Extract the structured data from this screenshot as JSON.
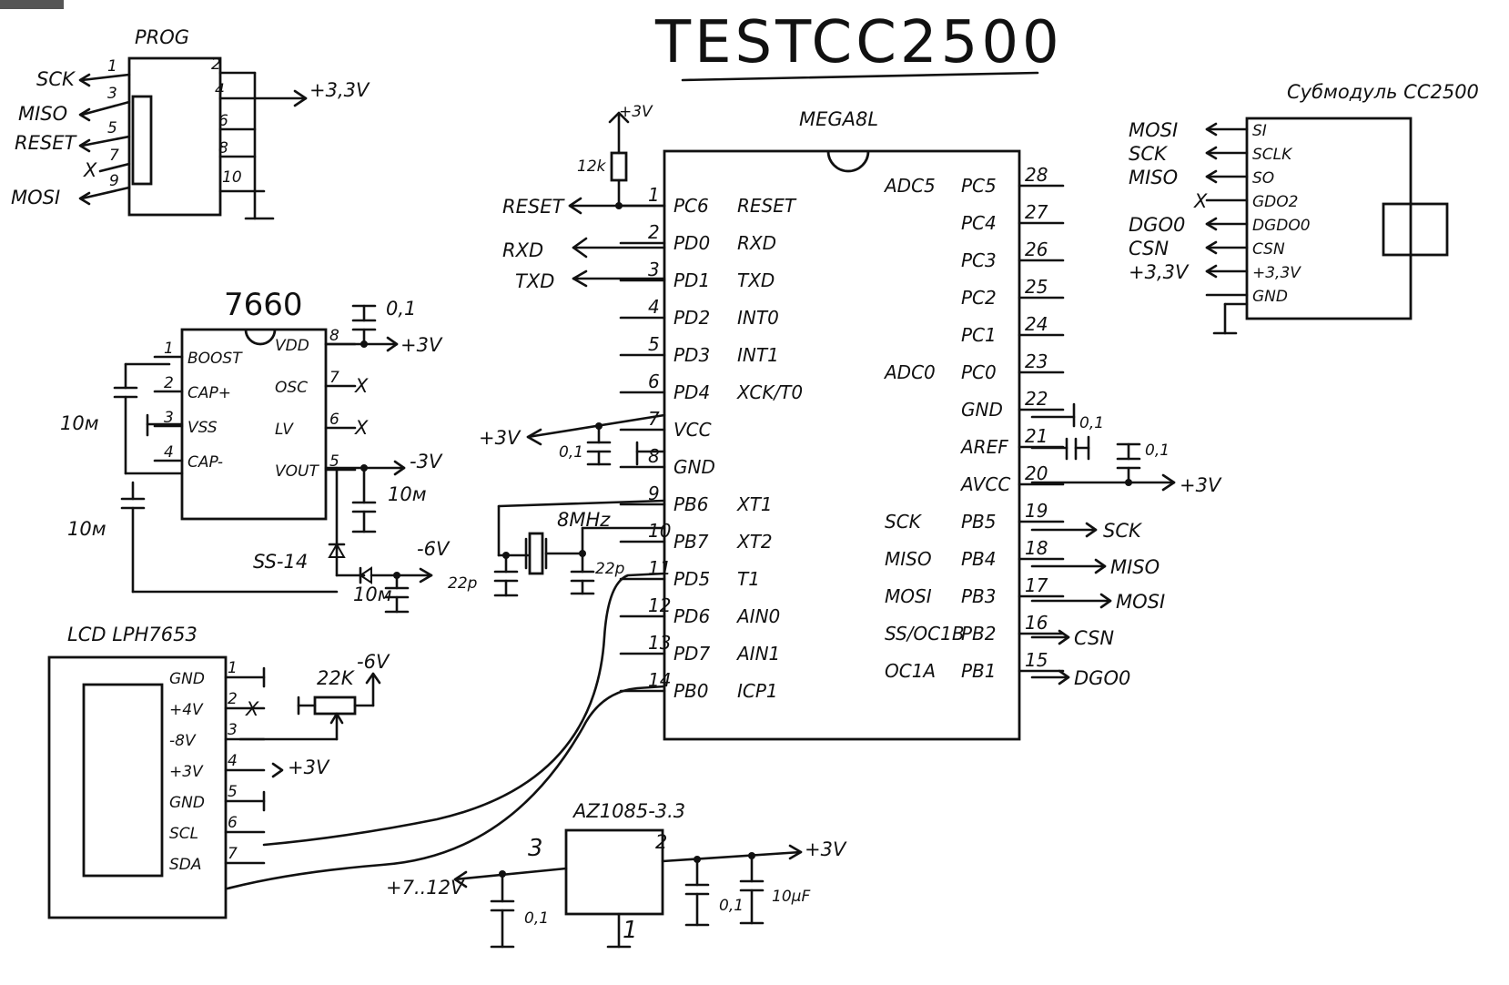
{
  "title": "TESTCC2500",
  "prog": {
    "name": "PROG",
    "pins": [
      "1",
      "3",
      "5",
      "7",
      "9",
      "2",
      "4",
      "6",
      "8",
      "10"
    ],
    "signals": [
      "SCK",
      "MISO",
      "RESET",
      "X",
      "MOSI"
    ],
    "supply": "+3,3V"
  },
  "mcu": {
    "name": "MEGA8L",
    "left_pins": [
      {
        "num": "1",
        "name": "PC6",
        "func": "RESET"
      },
      {
        "num": "2",
        "name": "PD0",
        "func": "RXD"
      },
      {
        "num": "3",
        "name": "PD1",
        "func": "TXD"
      },
      {
        "num": "4",
        "name": "PD2",
        "func": "INT0"
      },
      {
        "num": "5",
        "name": "PD3",
        "func": "INT1"
      },
      {
        "num": "6",
        "name": "PD4",
        "func": "XCK/T0"
      },
      {
        "num": "7",
        "name": "VCC",
        "func": ""
      },
      {
        "num": "8",
        "name": "GND",
        "func": ""
      },
      {
        "num": "9",
        "name": "PB6",
        "func": "XT1"
      },
      {
        "num": "10",
        "name": "PB7",
        "func": "XT2"
      },
      {
        "num": "11",
        "name": "PD5",
        "func": "T1"
      },
      {
        "num": "12",
        "name": "PD6",
        "func": "AIN0"
      },
      {
        "num": "13",
        "name": "PD7",
        "func": "AIN1"
      },
      {
        "num": "14",
        "name": "PB0",
        "func": "ICP1"
      }
    ],
    "right_pins": [
      {
        "num": "28",
        "name": "PC5",
        "func": "ADC5"
      },
      {
        "num": "27",
        "name": "PC4",
        "func": ""
      },
      {
        "num": "26",
        "name": "PC3",
        "func": ""
      },
      {
        "num": "25",
        "name": "PC2",
        "func": ""
      },
      {
        "num": "24",
        "name": "PC1",
        "func": ""
      },
      {
        "num": "23",
        "name": "PC0",
        "func": "ADC0"
      },
      {
        "num": "22",
        "name": "GND",
        "func": ""
      },
      {
        "num": "21",
        "name": "AREF",
        "func": ""
      },
      {
        "num": "20",
        "name": "AVCC",
        "func": ""
      },
      {
        "num": "19",
        "name": "PB5",
        "func": "SCK"
      },
      {
        "num": "18",
        "name": "PB4",
        "func": "MISO"
      },
      {
        "num": "17",
        "name": "PB3",
        "func": "MOSI"
      },
      {
        "num": "16",
        "name": "PB2",
        "func": "SS/OC1B"
      },
      {
        "num": "15",
        "name": "PB1",
        "func": "OC1A"
      }
    ],
    "pullup": "12k",
    "pullup_supply": "+3V",
    "reset_net": "RESET",
    "rxd_net": "RXD",
    "txd_net": "TXD",
    "vcc_net": "+3V",
    "vcc_cap": "0,1",
    "crystal": "8MHz",
    "xtal_cap": "22p",
    "aref_cap": "0,1",
    "avcc_cap": "0,1",
    "avcc_net": "+3V",
    "spi_nets": [
      "SCK",
      "MISO",
      "MOSI",
      "CSN",
      "DGO0"
    ]
  },
  "module": {
    "name": "Субмодуль CC2500",
    "pins": [
      "SI",
      "SCLK",
      "SO",
      "GDO2",
      "DGDO0",
      "CSN",
      "+3,3V",
      "GND"
    ],
    "nets": [
      "MOSI",
      "SCK",
      "MISO",
      "X",
      "DGO0",
      "CSN",
      "+3,3V"
    ]
  },
  "converter": {
    "name": "7660",
    "pins_left": [
      {
        "num": "1",
        "name": "BOOST"
      },
      {
        "num": "2",
        "name": "CAP+"
      },
      {
        "num": "3",
        "name": "VSS"
      },
      {
        "num": "4",
        "name": "CAP-"
      }
    ],
    "pins_right": [
      {
        "num": "8",
        "name": "VDD"
      },
      {
        "num": "7",
        "name": "OSC"
      },
      {
        "num": "6",
        "name": "LV"
      },
      {
        "num": "5",
        "name": "VOUT"
      }
    ],
    "vdd_cap": "0,1",
    "vdd_net": "+3V",
    "vout_net": "-3V",
    "cap_labels": [
      "10м",
      "10м",
      "10м",
      "10м"
    ],
    "diode": "SS-14",
    "neg_net": "-6V"
  },
  "lcd": {
    "name": "LCD LPH7653",
    "pins": [
      {
        "num": "1",
        "name": "GND"
      },
      {
        "num": "2",
        "name": "+4V"
      },
      {
        "num": "3",
        "name": "-8V"
      },
      {
        "num": "4",
        "name": "+3V"
      },
      {
        "num": "5",
        "name": "GND"
      },
      {
        "num": "6",
        "name": "SCL"
      },
      {
        "num": "7",
        "name": "SDA"
      }
    ],
    "pot": "22K",
    "pot_net": "-6V",
    "supply_net": "+3V"
  },
  "regulator": {
    "name": "AZ1085-3.3",
    "in_pin": "3",
    "out_pin": "2",
    "gnd_pin": "1",
    "in_net": "+7..12V",
    "out_net": "+3V",
    "in_cap": "0,1",
    "out_caps": [
      "0,1",
      "10μF"
    ]
  }
}
